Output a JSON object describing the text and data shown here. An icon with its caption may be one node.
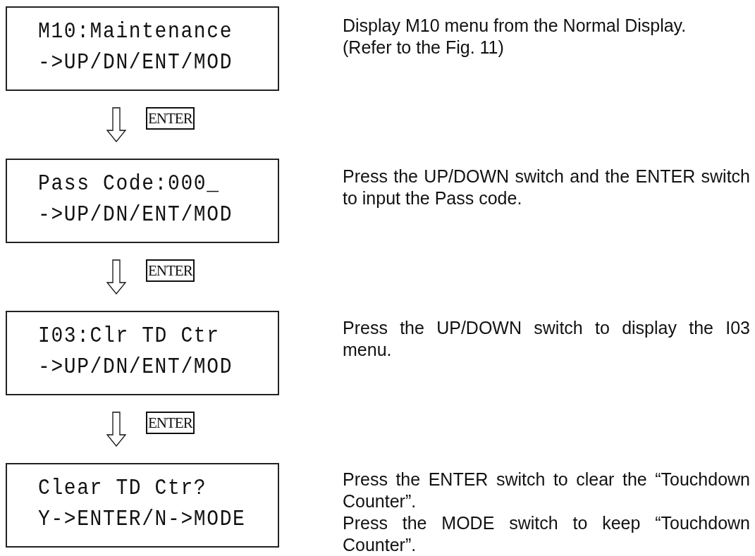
{
  "diagram": {
    "nodes": [
      {
        "text": [
          "M10:Maintenance",
          "->UP/DN/ENT/MOD"
        ]
      },
      {
        "text": [
          "Pass Code:000_",
          "->UP/DN/ENT/MOD"
        ]
      },
      {
        "text": [
          "I03:Clr TD Ctr",
          "->UP/DN/ENT/MOD"
        ]
      },
      {
        "text": [
          "Clear TD Ctr?",
          "Y->ENTER/N->MODE"
        ]
      }
    ],
    "labels": [
      "Display M10 menu from the Normal Display.",
      "(Refer to the Fig. 11)",
      "Press the UP/DOWN switch and the ENTER switch to input the Pass code.",
      "Press the UP/DOWN switch to display the I03 menu.",
      "Press the ENTER switch to clear the “Touchdown Counter”.",
      "Press the MODE switch to keep “Touchdown Counter”."
    ],
    "edges": [
      {
        "from": 0,
        "to": 1,
        "arrow": "to",
        "label": "ENTER"
      },
      {
        "from": 1,
        "to": 2,
        "arrow": "to",
        "label": "ENTER"
      },
      {
        "from": 2,
        "to": 3,
        "arrow": "to",
        "label": "ENTER"
      }
    ]
  }
}
